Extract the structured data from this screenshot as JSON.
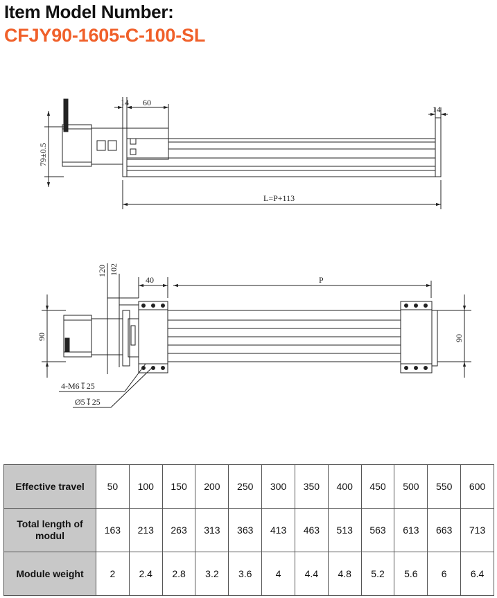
{
  "header": {
    "label": "Item Model Number:",
    "model_number": "CFJY90-1605-C-100-SL",
    "accent_color": "#f0602a"
  },
  "drawing": {
    "top_view": {
      "dim_14_left": "14",
      "dim_60": "60",
      "dim_14_right": "14",
      "dim_height": "79±0.5",
      "dim_length": "L=P+113"
    },
    "front_view": {
      "dim_120": "120",
      "dim_102": "102",
      "dim_40": "40",
      "dim_p": "P",
      "dim_90_left": "90",
      "dim_90_right": "90",
      "note_thread": "4-M6↧25",
      "note_hole": "Ø5↧25"
    }
  },
  "specs": {
    "rows": [
      {
        "label": "Effective travel",
        "values": [
          "50",
          "100",
          "150",
          "200",
          "250",
          "300",
          "350",
          "400",
          "450",
          "500",
          "550",
          "600"
        ]
      },
      {
        "label": "Total length of modul",
        "values": [
          "163",
          "213",
          "263",
          "313",
          "363",
          "413",
          "463",
          "513",
          "563",
          "613",
          "663",
          "713"
        ]
      },
      {
        "label": "Module weight",
        "values": [
          "2",
          "2.4",
          "2.8",
          "3.2",
          "3.6",
          "4",
          "4.4",
          "4.8",
          "5.2",
          "5.6",
          "6",
          "6.4"
        ]
      }
    ]
  }
}
